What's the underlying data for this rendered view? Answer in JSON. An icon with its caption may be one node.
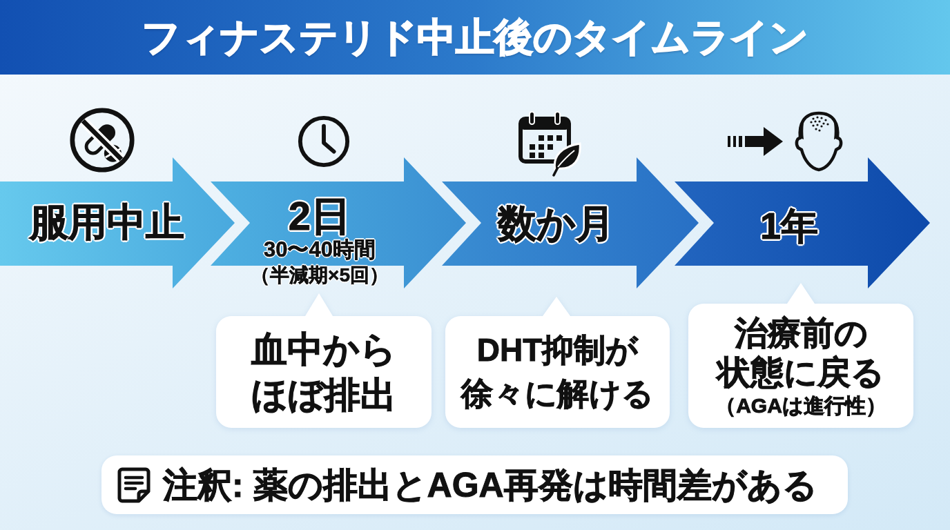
{
  "diagram": {
    "title": "フィナステリド中止後のタイムライン",
    "nodes": [
      {
        "text": [
          "服用中止"
        ]
      },
      {
        "text": [
          "2日",
          "30〜40時間",
          "（半減期×5回）"
        ]
      },
      {
        "text": [
          "数か月"
        ]
      },
      {
        "text": [
          "1年"
        ]
      },
      {
        "text": [
          "血中からほぼ排出"
        ]
      },
      {
        "text": [
          "DHT抑制が徐々に解ける"
        ]
      },
      {
        "text": [
          "治療前の状態に戻る",
          "（AGAは進行性）"
        ]
      },
      {
        "text": [
          "注釈: 薬の排出とAGA再発は時間差がある"
        ]
      }
    ]
  }
}
